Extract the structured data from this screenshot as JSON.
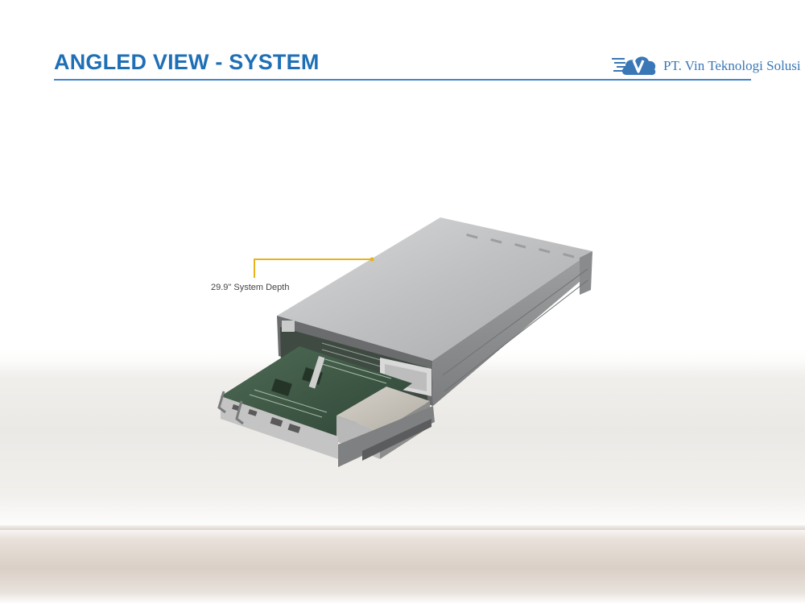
{
  "header": {
    "title": "ANGLED VIEW - SYSTEM",
    "logo_icon": "cloud-v-icon",
    "company_name": "PT. Vin Teknologi Solusi"
  },
  "figure": {
    "image": "angled-server-chassis",
    "callout_label": "29.9\" System Depth"
  },
  "colors": {
    "title": "#1f6fb6",
    "rule": "#3f86c6",
    "logo": "#3a77b6",
    "callout": "#e8b21a"
  }
}
